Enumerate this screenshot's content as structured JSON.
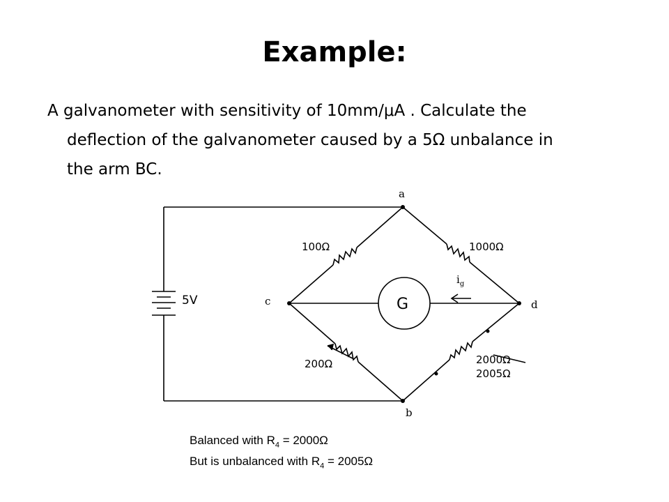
{
  "slide": {
    "title": "Example:",
    "problem": {
      "line1": "A galvanometer with sensitivity of 10mm/μA . Calculate the",
      "line2": "deflection of the galvanometer caused by a 5Ω unbalance in",
      "line3": "the arm BC."
    }
  },
  "diagram": {
    "nodes": {
      "a": "a",
      "b": "b",
      "c": "c",
      "d": "d"
    },
    "battery_label": "5V",
    "galvanometer_label": "G",
    "current_label": "i",
    "current_subscript": "g",
    "resistors": {
      "ac": "100Ω",
      "ad": "1000Ω",
      "cb": "200Ω",
      "db_old": "2000Ω",
      "db_new": "2005Ω"
    },
    "notes": {
      "balanced_prefix": "Balanced with R",
      "balanced_sub": "4",
      "balanced_value": " = 2000Ω",
      "unbalanced_prefix": "But is unbalanced with R",
      "unbalanced_sub": "4",
      "unbalanced_value": " = 2005Ω"
    }
  }
}
